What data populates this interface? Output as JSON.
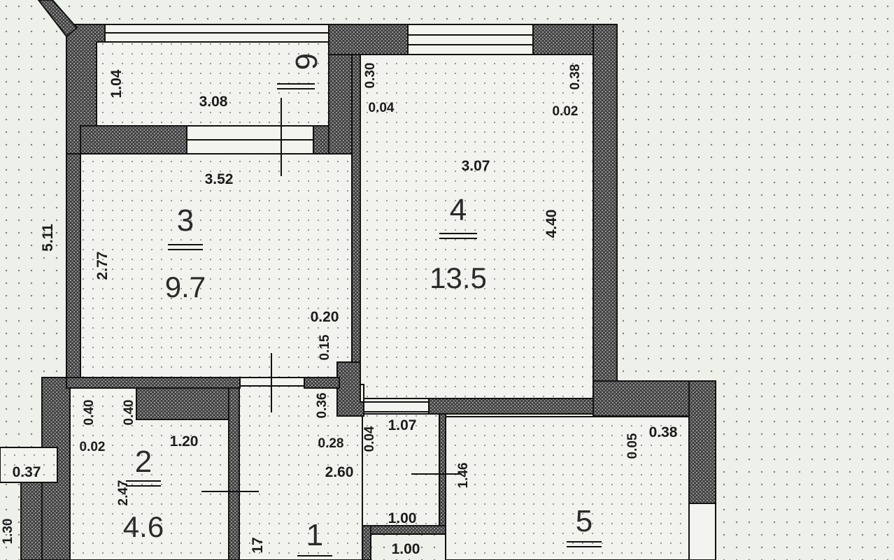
{
  "rooms": [
    {
      "number": "3",
      "area": "9.7"
    },
    {
      "number": "4",
      "area": "13.5"
    },
    {
      "number": "2",
      "area": "4.6"
    },
    {
      "number": "1",
      "area": ""
    },
    {
      "number": "5",
      "area": ""
    },
    {
      "number": "6",
      "area": ""
    }
  ],
  "dimensions": {
    "balcony_depth": "1.04",
    "balcony_length": "3.08",
    "room3_width": "3.52",
    "room3_depth": "2.77",
    "outer_left": "5.11",
    "room4_width": "3.07",
    "room4_depth": "4.40",
    "r4_corner_left_top": "0.30",
    "r4_corner_left_bottom": "0.04",
    "r4_corner_right_top": "0.38",
    "r4_corner_right_bottom": "0.02",
    "wall_020": "0.20",
    "wall_015": "0.15",
    "wall_036": "0.36",
    "wall_028": "0.28",
    "wall_004": "0.04",
    "closet_width": "1.07",
    "corridor_len": "2.60",
    "closet_depth": "1.46",
    "step_100_a": "1.00",
    "step_100_b": "1.00",
    "r2_040_a": "0.40",
    "r2_040_b": "0.40",
    "r2_002": "0.02",
    "r2_width": "1.20",
    "r2_depth": "2.47",
    "left_037": "0.37",
    "r5_005": "0.05",
    "r5_038": "0.38",
    "partial_17": "17",
    "partial_left": "1.30"
  }
}
